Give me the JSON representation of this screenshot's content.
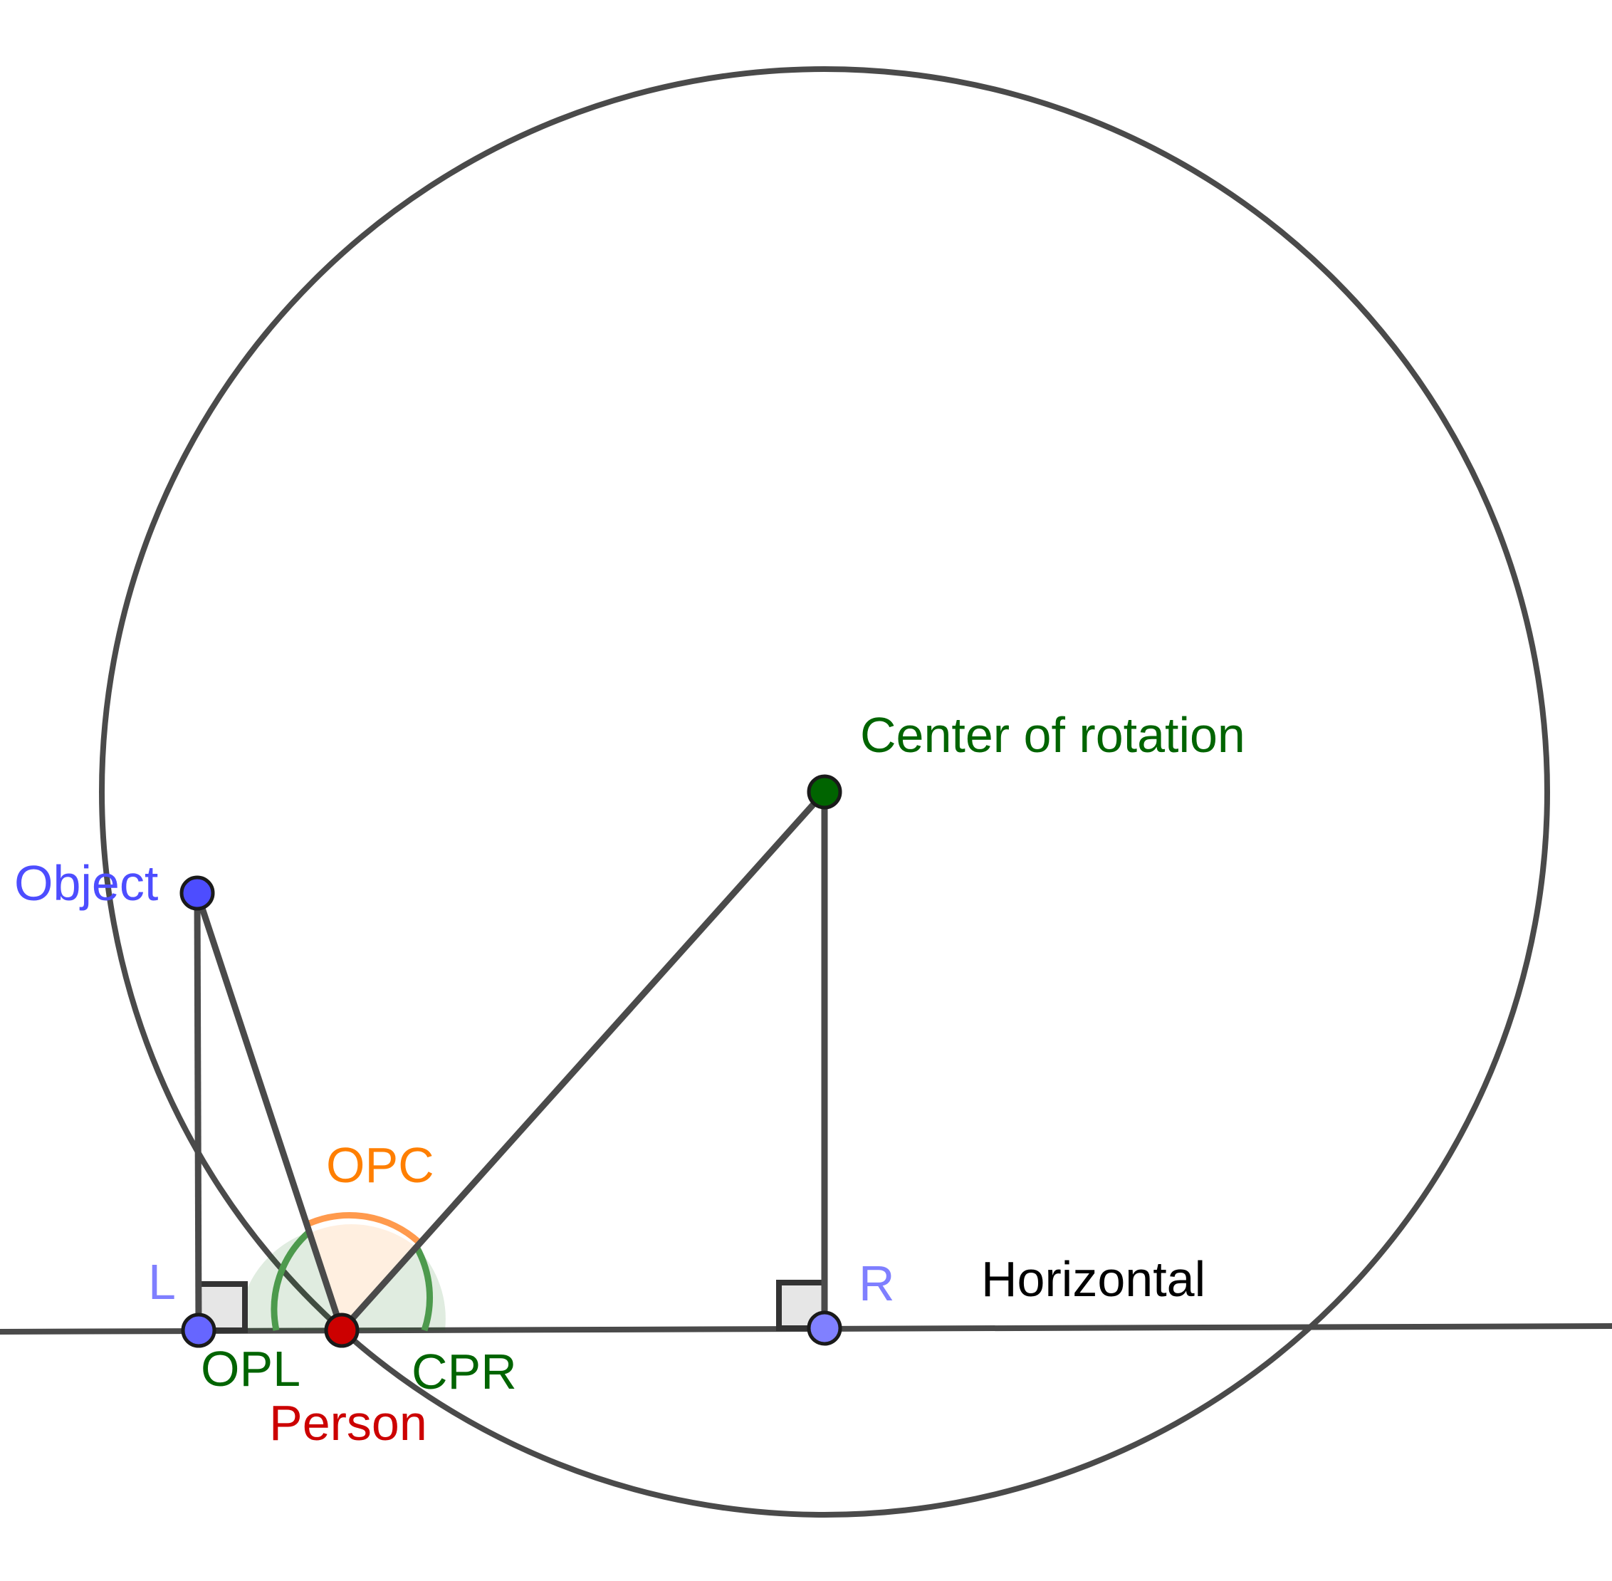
{
  "labels": {
    "center": "Center of rotation",
    "object": "Object",
    "person": "Person",
    "horizontal": "Horizontal",
    "l": "L",
    "r": "R",
    "angle_opc": "OPC",
    "angle_opl": "OPL",
    "angle_cpr": "CPR"
  },
  "colors": {
    "stroke": "#4a4a4a",
    "center": "#006400",
    "object": "#4d4dff",
    "foot_points": "#7f7fff",
    "person": "#cc0000",
    "angle_green": "#006400",
    "angle_orange": "#ff7f00",
    "horizontal_label": "#000000"
  }
}
